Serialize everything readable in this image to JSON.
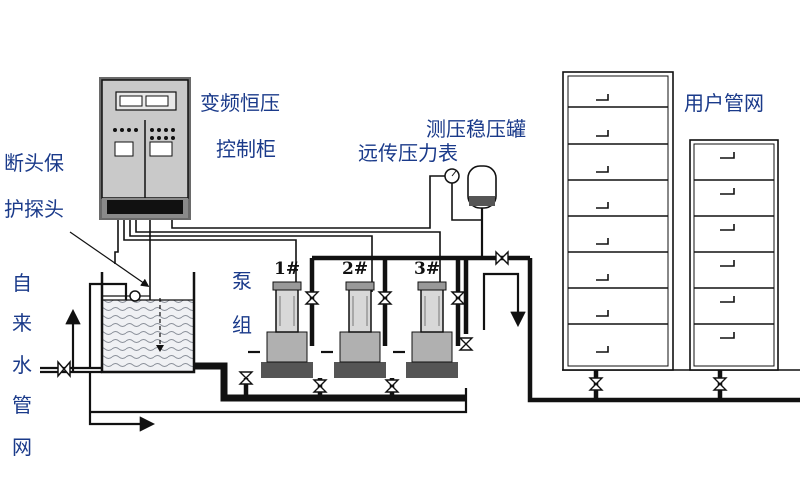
{
  "labels": {
    "cabinet_line1": "变频恒压",
    "cabinet_line2": "控制柜",
    "tank_label": "测压稳压罐",
    "gauge_label": "远传压力表",
    "user_network": "用户管网",
    "probe_line1": "断头保",
    "probe_line2": "护探头",
    "pump_group_1": "泵",
    "pump_group_2": "组",
    "water_1": "自",
    "water_2": "来",
    "water_3": "水",
    "water_4": "管",
    "water_5": "网"
  },
  "pumps": [
    "1#",
    "2#",
    "3#"
  ],
  "colors": {
    "label": "#1a3a8a",
    "line": "#111111",
    "cabinet": "#c9c9c9",
    "water": "#e4e6ea"
  }
}
